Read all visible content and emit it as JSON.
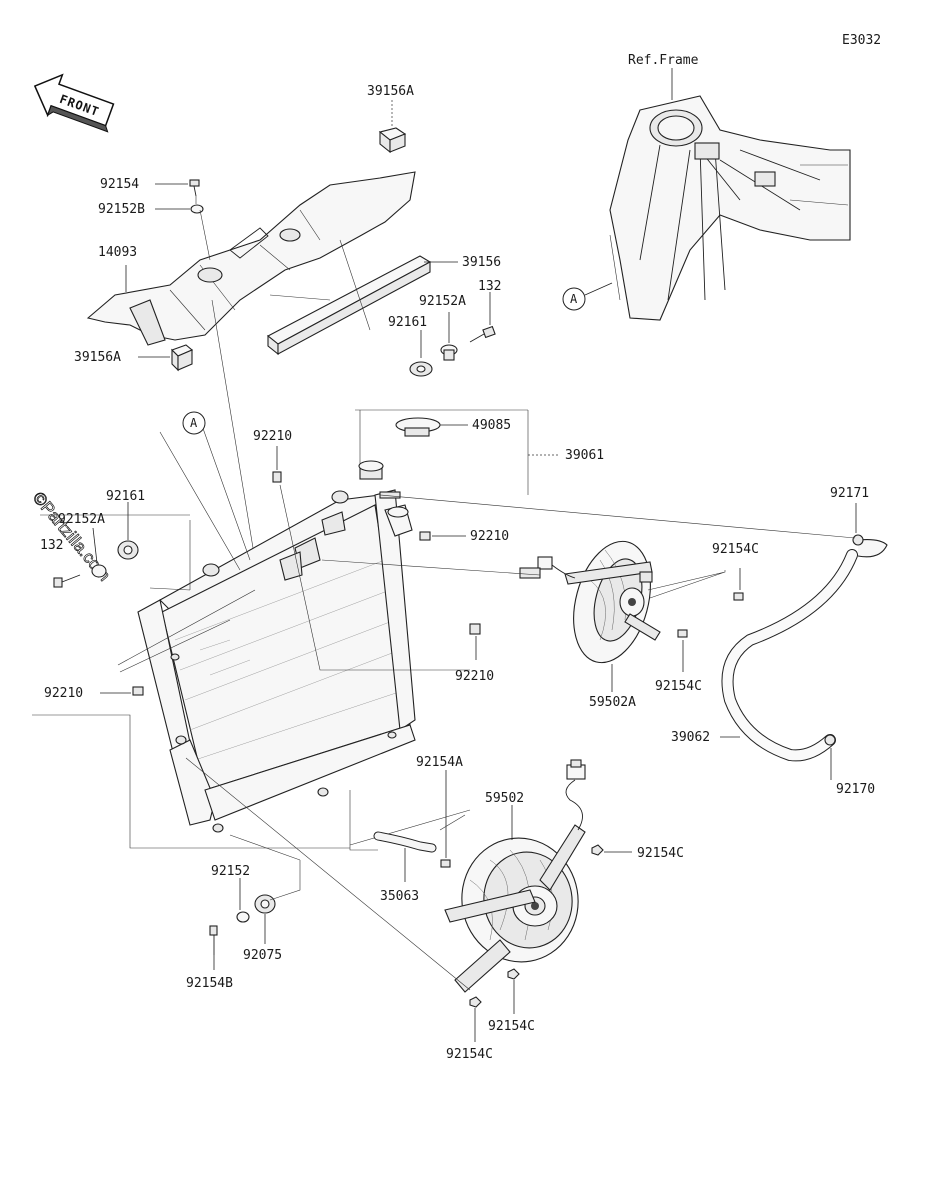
{
  "diagram_code": "E3032",
  "front_label": "FRONT",
  "watermark": "©Partzilla.com",
  "ref_frame_label": "Ref.Frame",
  "callout_a": "A",
  "parts": {
    "p39156A_top": "39156A",
    "p92154": "92154",
    "p92152B": "92152B",
    "p14093": "14093",
    "p39156A_bottom": "39156A",
    "p39156": "39156",
    "p132_top": "132",
    "p92152A_top": "92152A",
    "p92161_top": "92161",
    "p49085": "49085",
    "p39061": "39061",
    "p92210_a": "92210",
    "p92210_b": "92210",
    "p92210_c": "92210",
    "p92210_d": "92210",
    "p92161_left": "92161",
    "p92152A_left": "92152A",
    "p132_left": "132",
    "p92171": "92171",
    "p92154C_a": "92154C",
    "p92154C_b": "92154C",
    "p59502A": "59502A",
    "p39062": "39062",
    "p92170": "92170",
    "p92154A": "92154A",
    "p59502": "59502",
    "p92154C_c": "92154C",
    "p35063": "35063",
    "p92152": "92152",
    "p92075": "92075",
    "p92154B": "92154B",
    "p92154C_d": "92154C",
    "p92154C_e": "92154C"
  }
}
